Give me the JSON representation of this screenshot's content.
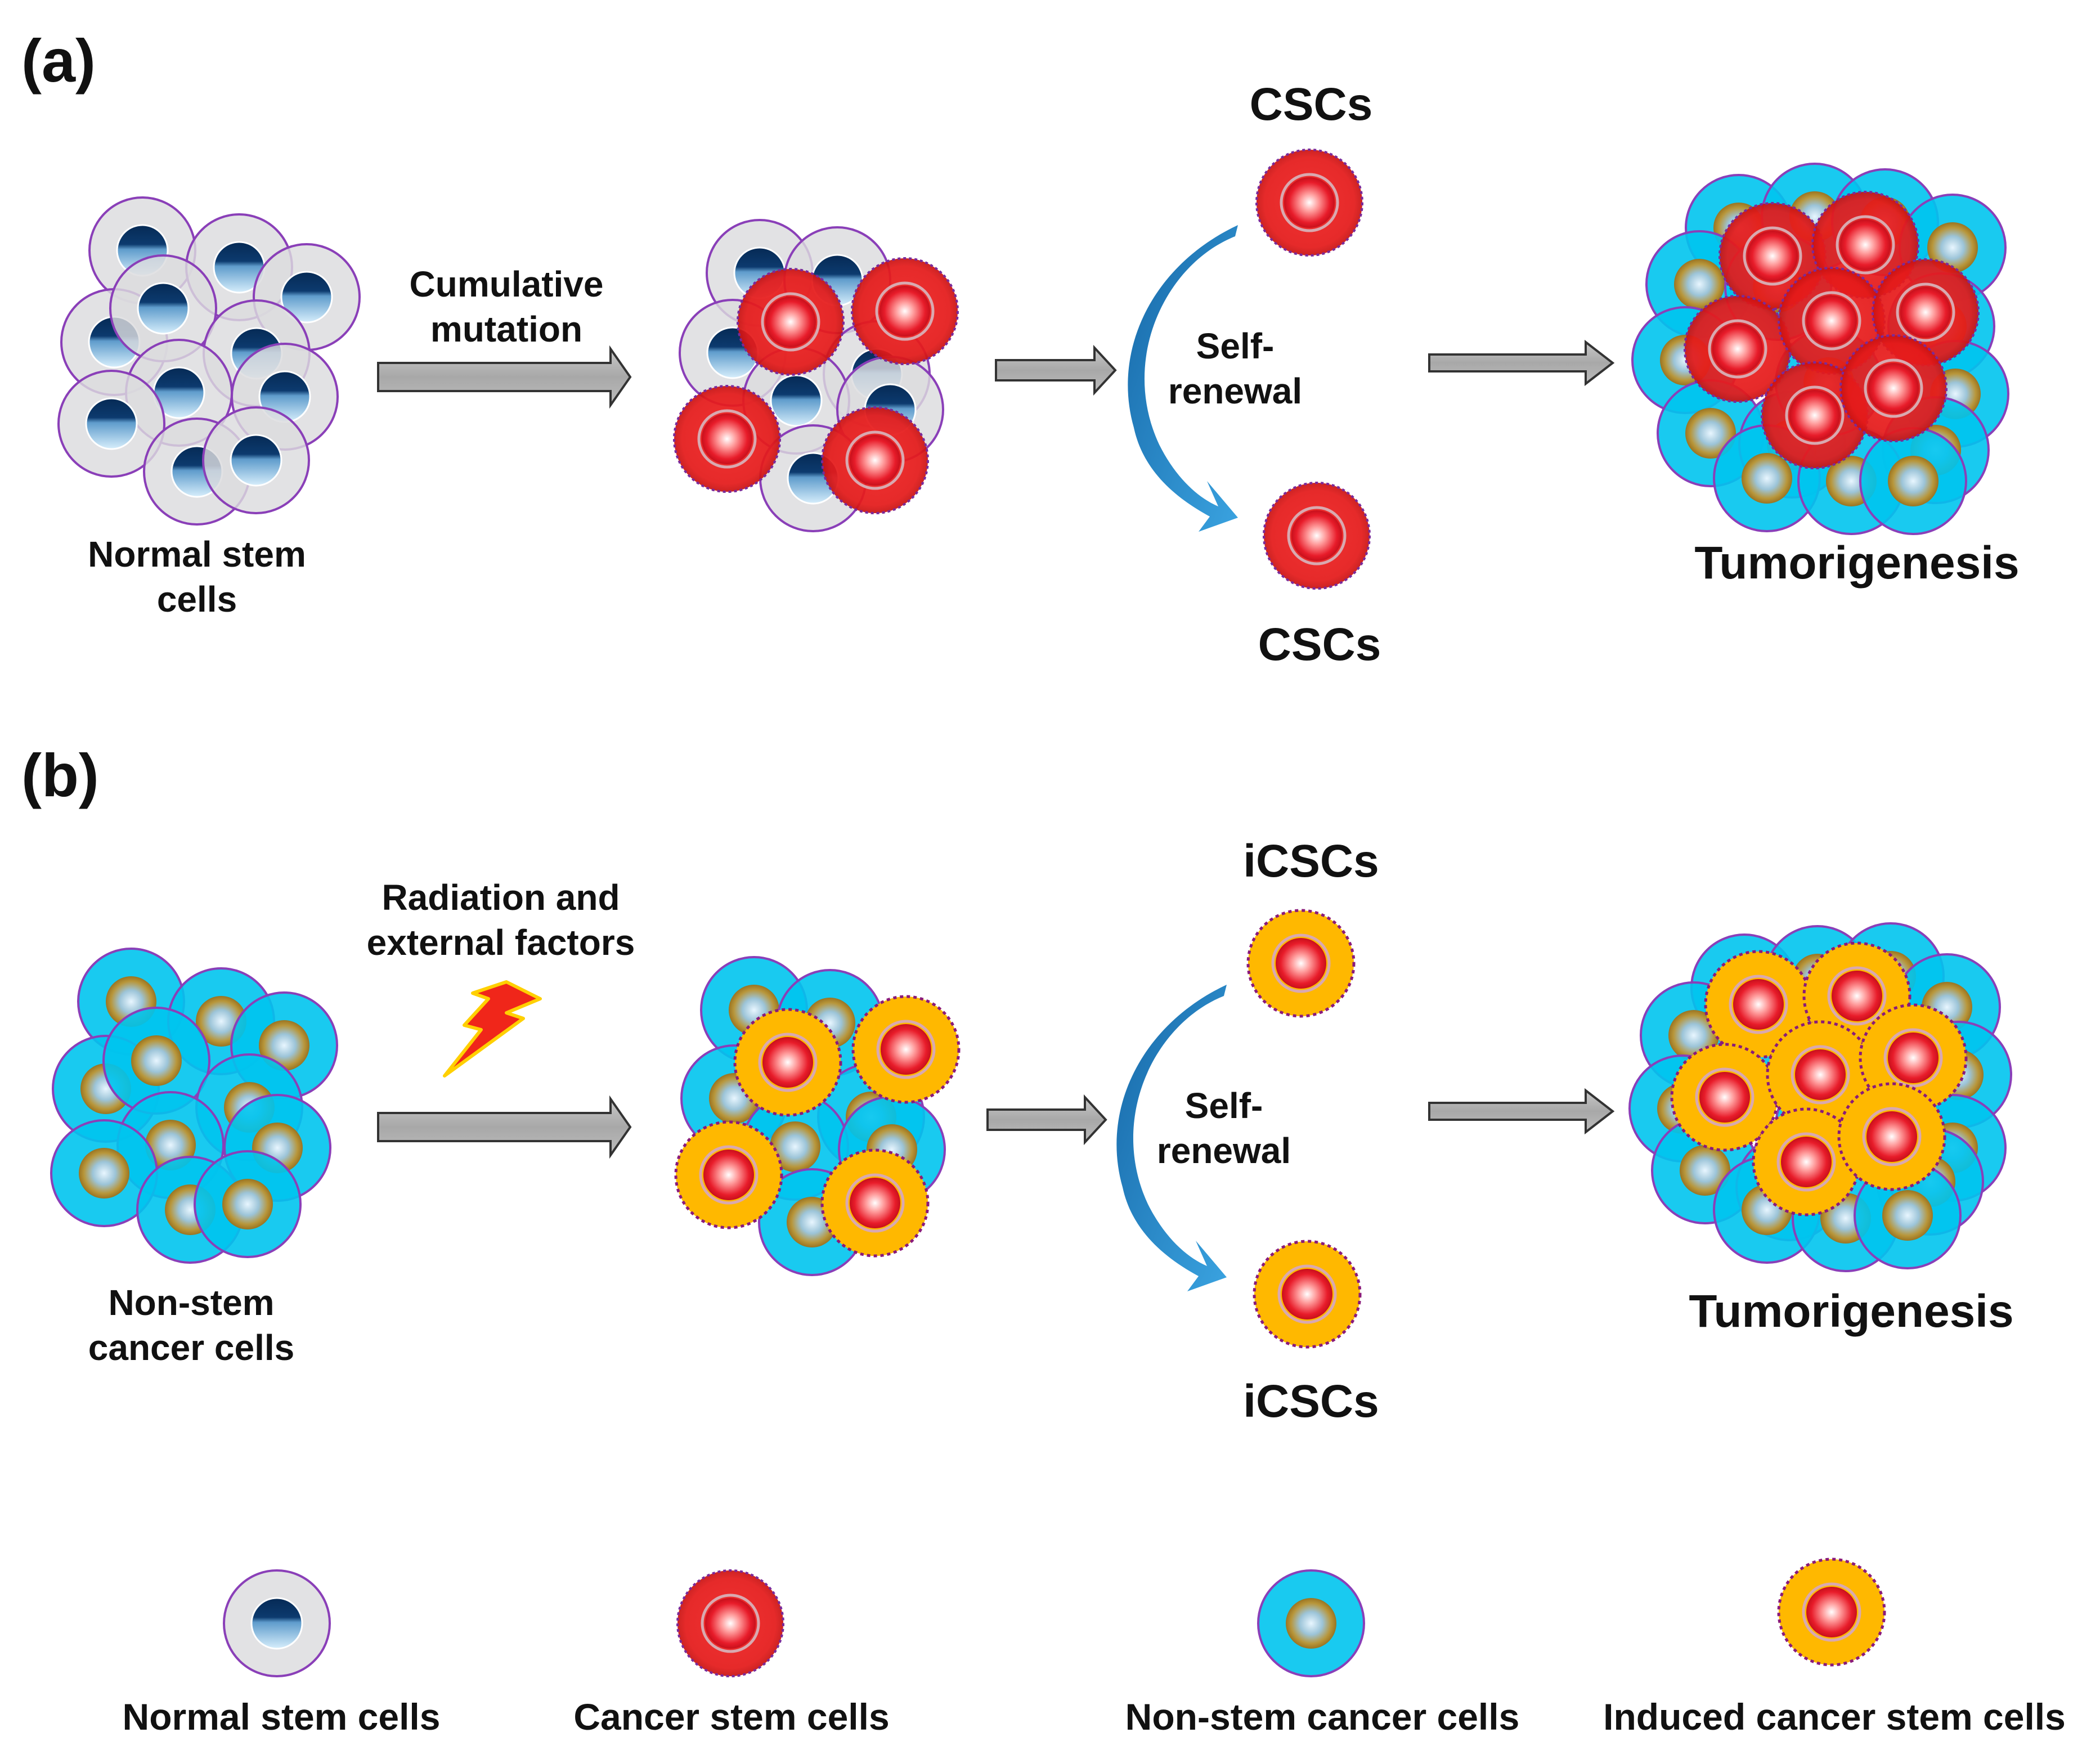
{
  "panel_a": {
    "tag": "(a)",
    "start_label_line1": "Normal stem",
    "start_label_line2": "cells",
    "arrow_label_line1": "Cumulative",
    "arrow_label_line2": "mutation",
    "top_cell_label": "CSCs",
    "bottom_cell_label": "CSCs",
    "self_renewal_line1": "Self-",
    "self_renewal_line2": "renewal",
    "result_label": "Tumorigenesis"
  },
  "panel_b": {
    "tag": "(b)",
    "start_label_line1": "Non-stem",
    "start_label_line2": "cancer cells",
    "arrow_label_line1": "Radiation and",
    "arrow_label_line2": "external factors",
    "trigger_icon": "lightning-bolt-icon",
    "top_cell_label": "iCSCs",
    "bottom_cell_label": "iCSCs",
    "self_renewal_line1": "Self-",
    "self_renewal_line2": "renewal",
    "result_label": "Tumorigenesis"
  },
  "legend": [
    {
      "label": "Normal stem cells",
      "icon": "normal-stem-cell-icon"
    },
    {
      "label": "Cancer stem cells",
      "icon": "cancer-stem-cell-icon"
    },
    {
      "label": "Non-stem cancer cells",
      "icon": "non-stem-cancer-cell-icon"
    },
    {
      "label": "Induced cancer stem cells",
      "icon": "induced-cancer-stem-cell-icon"
    }
  ],
  "colors": {
    "normal_cytoplasm": "#dcdcde",
    "normal_membrane": "#8a3fb8",
    "normal_nucleus_dark": "#0a2f5c",
    "normal_nucleus_light": "#bfe0f5",
    "cancer_stem": "#e81c1c",
    "non_stem_cytoplasm": "#00c4ee",
    "non_stem_nucleus": "#b08a2a",
    "induced_stem": "#ffb800",
    "arrow_gray": "#b8b8b8",
    "curved_arrow": "#1e7fc2",
    "lightning": "#f0261a"
  }
}
